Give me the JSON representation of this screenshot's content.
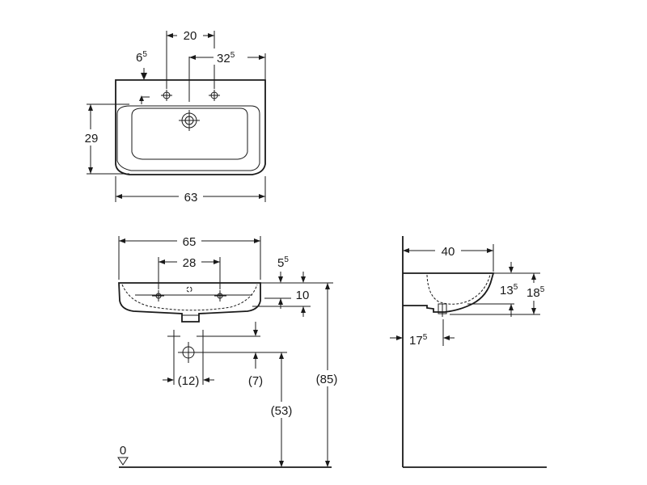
{
  "top_view": {
    "dim_tap_hole_spacing": "20",
    "dim_edge_offset": {
      "base": "6",
      "sup": "5"
    },
    "dim_right_offset": {
      "base": "32",
      "sup": "5"
    },
    "dim_depth": "29",
    "dim_width": "63"
  },
  "front_view": {
    "dim_overall_width": "65",
    "dim_holes_spacing": "28",
    "dim_top_offset": {
      "base": "5",
      "sup": "5"
    },
    "dim_rim_height": "10",
    "dim_supply_spacing": "(12)",
    "dim_supply_offset": "(7)",
    "dim_waste_height": "(53)",
    "dim_rim_height_floor": "(85)",
    "floor_label": "0"
  },
  "side_view": {
    "dim_projection": "40",
    "dim_bowl_depth": {
      "base": "13",
      "sup": "5"
    },
    "dim_total_height": {
      "base": "18",
      "sup": "5"
    },
    "dim_waste_offset": {
      "base": "17",
      "sup": "5"
    }
  }
}
